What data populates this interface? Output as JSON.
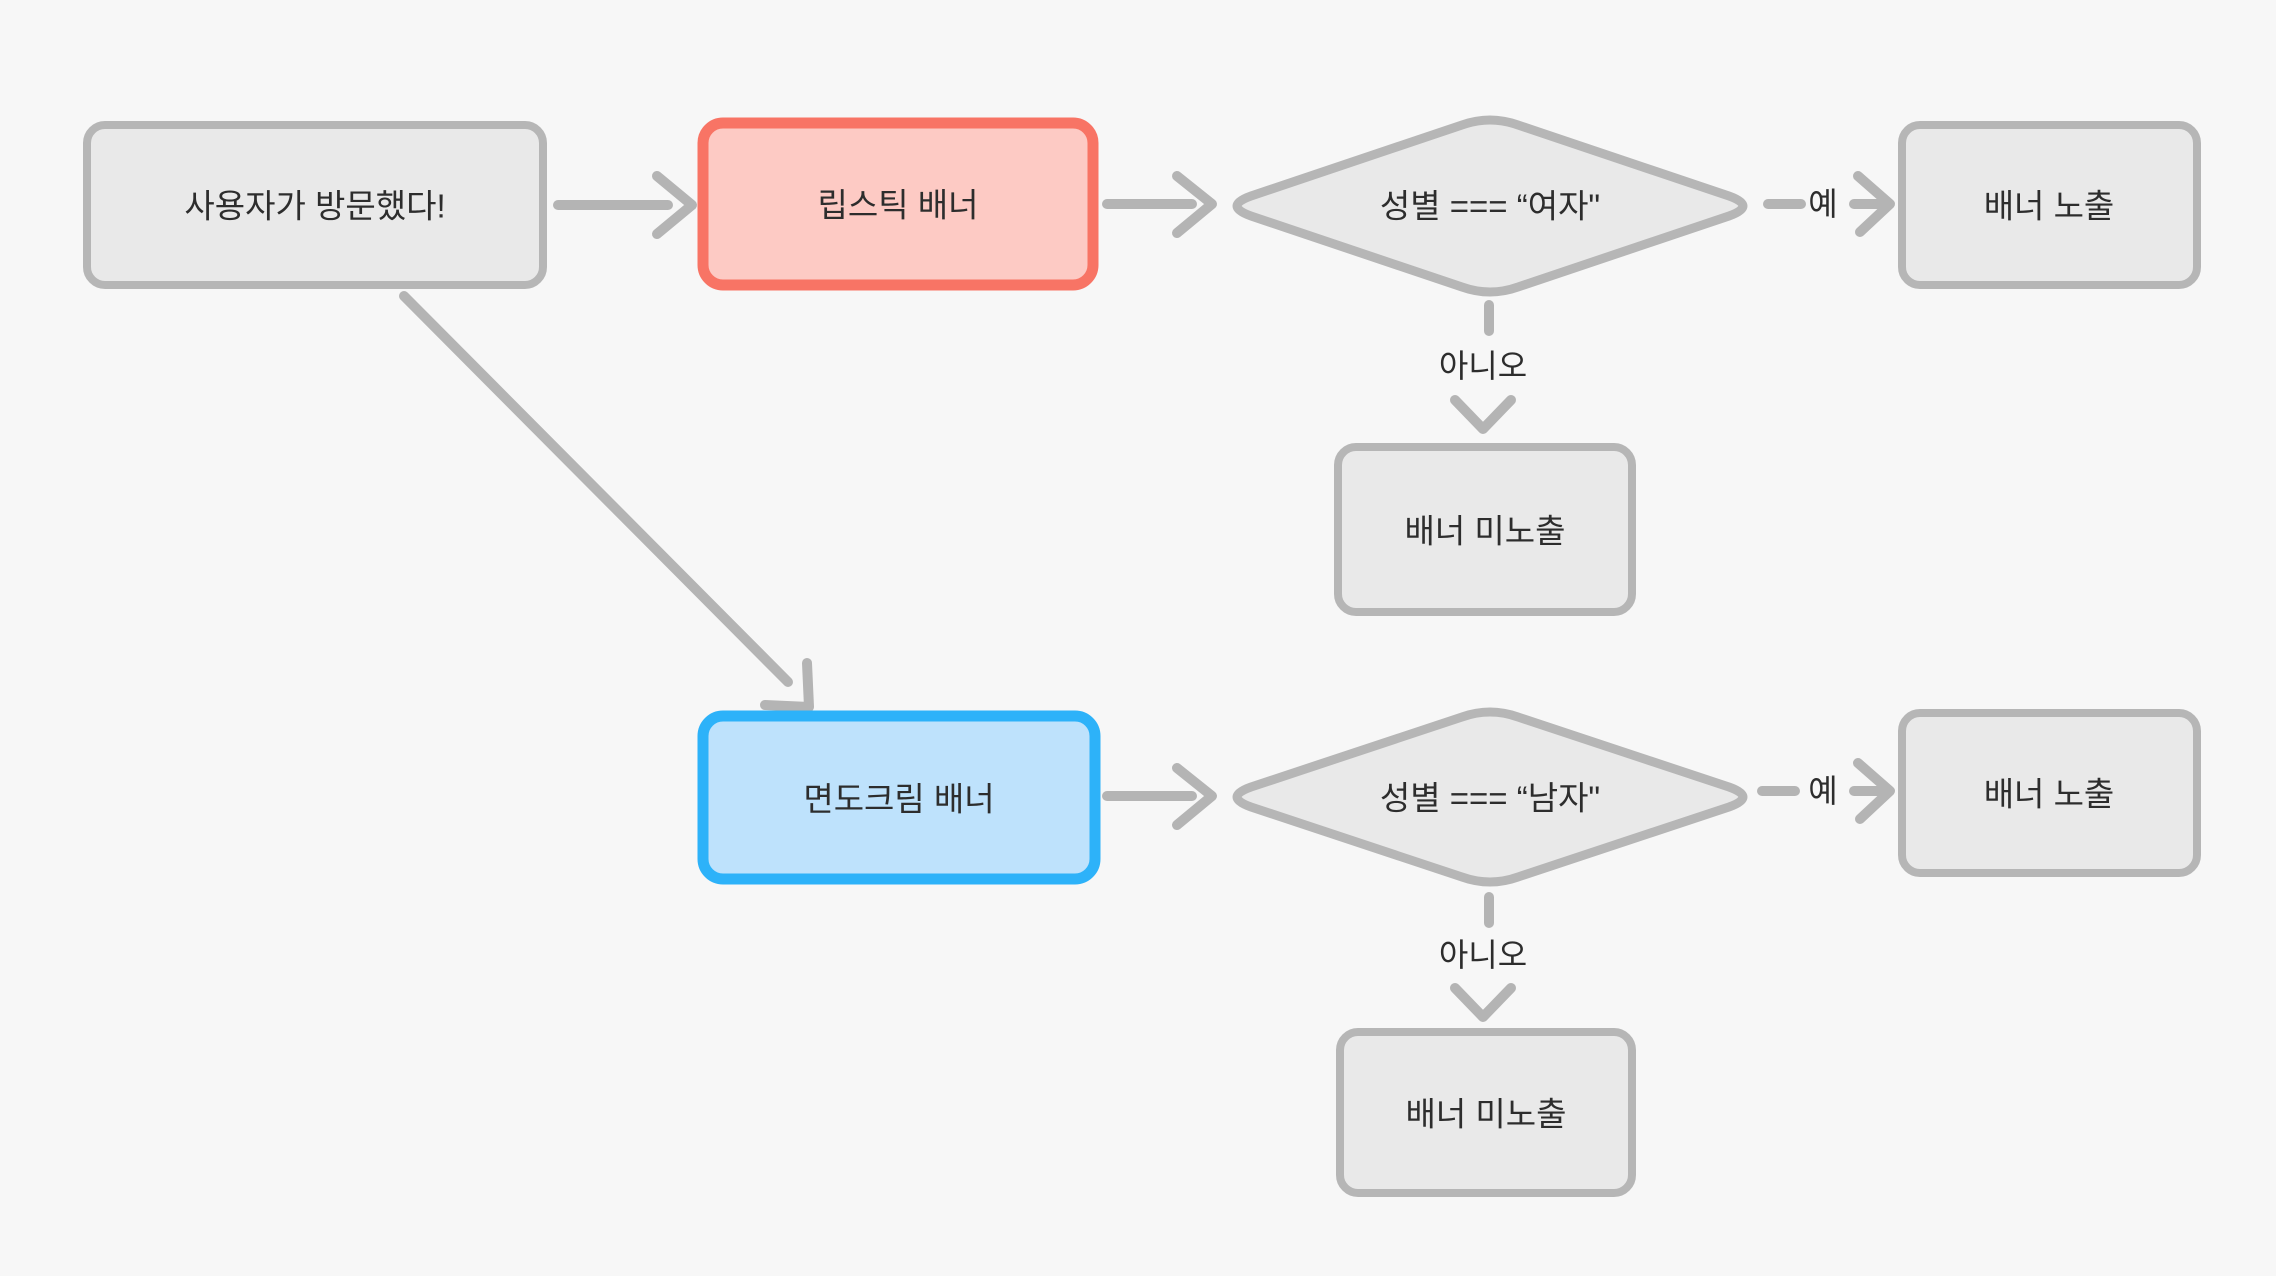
{
  "colors": {
    "background": "#f7f7f7",
    "node_fill": "#e9e9e9",
    "node_stroke": "#b6b6b6",
    "arrow": "#b4b4b4",
    "lipstick_fill": "#fdcac4",
    "lipstick_stroke": "#f87465",
    "shaving_fill": "#bee2fc",
    "shaving_stroke": "#2db2f9",
    "text": "#2d2d2d"
  },
  "nodes": {
    "start": {
      "label": "사용자가 방문했다!"
    },
    "lipstick_banner": {
      "label": "립스틱 배너"
    },
    "gender_female_check": {
      "label": "성별 === “여자\""
    },
    "banner_shown_top": {
      "label": "배너 노출"
    },
    "banner_hidden_top": {
      "label": "배너 미노출"
    },
    "shaving_cream_banner": {
      "label": "면도크림 배너"
    },
    "gender_male_check": {
      "label": "성별 === “남자\""
    },
    "banner_shown_bottom": {
      "label": "배너 노출"
    },
    "banner_hidden_bottom": {
      "label": "배너 미노출"
    }
  },
  "edge_labels": {
    "yes_top": "예",
    "no_top": "아니오",
    "yes_bottom": "예",
    "no_bottom": "아니오"
  }
}
